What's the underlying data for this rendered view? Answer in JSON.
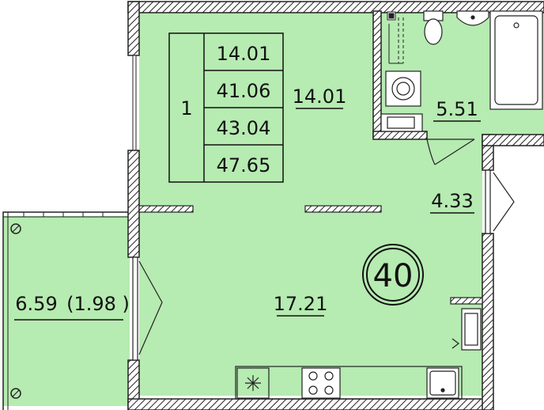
{
  "plan": {
    "fill_color": "#b6ebb1",
    "wall_color": "#222222",
    "table": {
      "rooms": "1",
      "living_area": "14.01",
      "total_area": "41.06",
      "total_with_balcony_coef": "43.04",
      "total_with_balcony": "47.65"
    },
    "rooms": {
      "bedroom_area": "14.01",
      "bathroom_area": "5.51",
      "hallway_area": "4.33",
      "kitchen_living_area": "17.21",
      "balcony_area": "6.59",
      "balcony_reduced": "(1.98 )"
    },
    "apartment_number": "40"
  }
}
